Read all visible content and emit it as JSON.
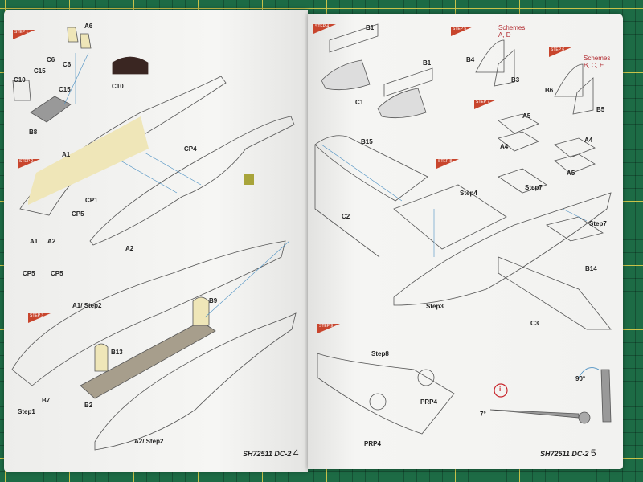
{
  "left_page": {
    "steps": [
      "STEP 1",
      "STEP 2",
      "STEP 3"
    ],
    "labels": {
      "a6": "A6",
      "c6a": "C6",
      "c6b": "C6",
      "c15a": "C15",
      "c15b": "C15",
      "c10": "C10",
      "b8": "B8",
      "c10b": "C10",
      "a1": "A1",
      "cp4": "CP4",
      "cp1": "CP1",
      "cp5": "CP5",
      "a2": "A2",
      "a1b": "A1",
      "a2b": "A2",
      "cp5a": "CP5",
      "cp5b": "CP5",
      "a1step2": "A1/ Step2",
      "b9": "B9",
      "b13": "B13",
      "b7": "B7",
      "b2": "B2",
      "step1": "Step1",
      "a2step2": "A2/ Step2"
    },
    "footer": {
      "code": "SH72511 DC-2",
      "page": "4"
    }
  },
  "right_page": {
    "steps": [
      "STEP 4",
      "STEP 5",
      "STEP 6",
      "STEP 7",
      "STEP 8",
      "STEP 9"
    ],
    "schemes_ad": "Schemes A, D",
    "schemes_bce": "Schemes B, C, E",
    "labels": {
      "b1a": "B1",
      "b1b": "B1",
      "c1": "C1",
      "b4": "B4",
      "b3": "B3",
      "b6": "B6",
      "b5": "B5",
      "a5a": "A5",
      "a4a": "A4",
      "a4b": "A4",
      "a5b": "A5",
      "b15": "B15",
      "c2": "C2",
      "step4": "Step4",
      "step7a": "Step7",
      "step7b": "Step7",
      "b14": "B14",
      "step3": "Step3",
      "c3": "C3",
      "step8": "Step8",
      "prp4a": "PRP4",
      "prp4b": "PRP4",
      "angle90": "90°",
      "angle7": "7°",
      "info": "i"
    },
    "footer": {
      "code": "SH72511 DC-2",
      "page": "5"
    }
  },
  "colors": {
    "accent": "#c8452d",
    "part_fill": "#efe6b8",
    "mat": "#1d6b45"
  }
}
